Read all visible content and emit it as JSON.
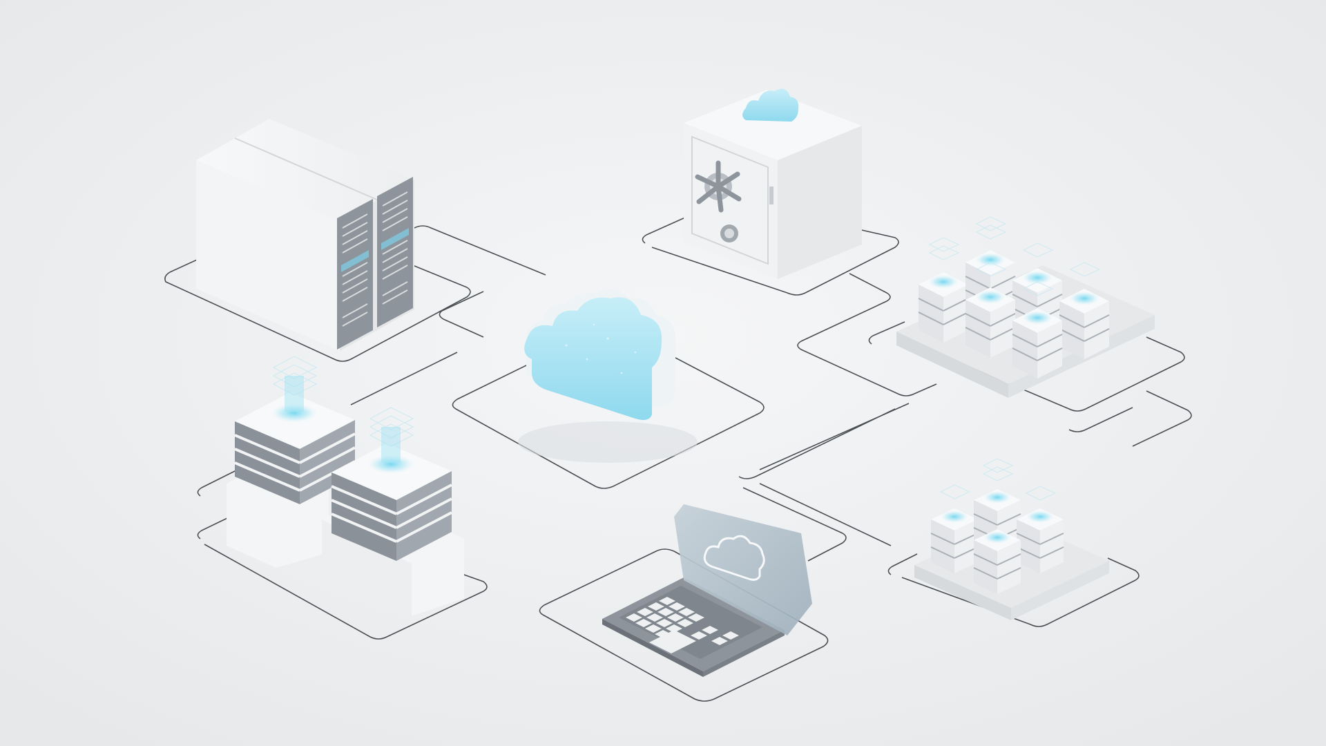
{
  "scene": {
    "description_visible_text": "",
    "palette": {
      "background": "#eeeff0",
      "background_light": "#f5f6f7",
      "surface_white": "#fafbfb",
      "surface_side": "#e3e5e7",
      "surface_shadow": "#d4d7da",
      "outline": "#4a4e52",
      "metal_gray": "#8d949b",
      "metal_dark": "#6b7178",
      "glow_cyan": "#7fdcf2",
      "glow_light": "#bfeaf6",
      "screen_glass": "#aebdc7"
    },
    "objects": [
      {
        "name": "cloud-hub",
        "icon": "cloud-icon"
      },
      {
        "name": "server-cabinet",
        "icon": "server-rack-icon"
      },
      {
        "name": "server-stacks-left",
        "icon": "database-server-icon"
      },
      {
        "name": "vault-safe",
        "icon": "safe-icon"
      },
      {
        "name": "server-array-large",
        "icon": "server-array-icon"
      },
      {
        "name": "server-array-small",
        "icon": "server-array-icon"
      },
      {
        "name": "laptop",
        "icon": "laptop-icon"
      }
    ]
  }
}
